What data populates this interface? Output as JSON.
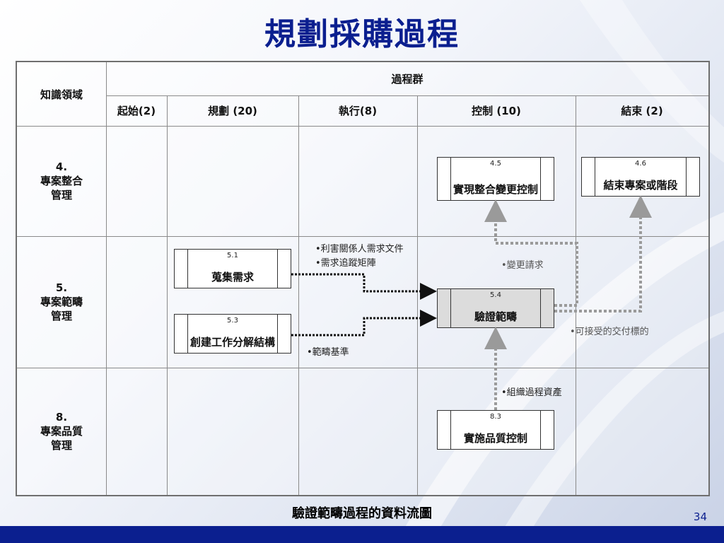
{
  "title": "規劃採購過程",
  "table": {
    "corner": "知識領域",
    "group_header": "過程群",
    "columns": [
      "起始(2)",
      "規劃 (20)",
      "執行(8)",
      "控制 (10)",
      "結束 (2)"
    ],
    "rows": [
      {
        "num": "4.",
        "line1": "專案整合",
        "line2": "管理"
      },
      {
        "num": "5.",
        "line1": "專案範疇",
        "line2": "管理"
      },
      {
        "num": "8.",
        "line1": "專案品質",
        "line2": "管理"
      }
    ]
  },
  "processes": {
    "p45": {
      "num": "4.5",
      "name": "實現整合變更控制"
    },
    "p46": {
      "num": "4.6",
      "name": "結束專案或階段"
    },
    "p51": {
      "num": "5.1",
      "name": "蒐集需求"
    },
    "p53": {
      "num": "5.3",
      "name": "創建工作分解結構"
    },
    "p54": {
      "num": "5.4",
      "name": "驗證範疇"
    },
    "p83": {
      "num": "8.3",
      "name": "實施品質控制"
    }
  },
  "flows": {
    "stakeholder_docs": "•利害關係人需求文件",
    "trace_matrix": "•需求追蹤矩陣",
    "scope_baseline": "•範疇基準",
    "change_requests": "•變更請求",
    "accepted_deliverables": "•可接受的交付標的",
    "org_assets": "•組織過程資產"
  },
  "caption": "驗證範疇過程的資料流圖",
  "page_number": "34",
  "colors": {
    "title": "#0b1f8f",
    "footer": "#0b1f8f",
    "grid": "#8a8a8a"
  }
}
